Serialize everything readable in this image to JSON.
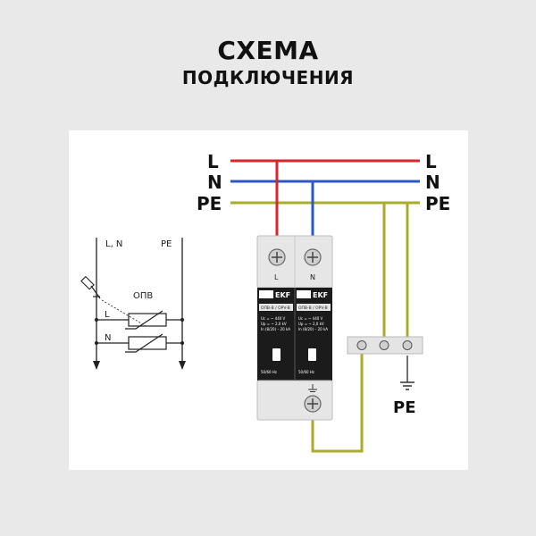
{
  "title": {
    "line1": "СХЕМА",
    "line2": "ПОДКЛЮЧЕНИЯ"
  },
  "wires": {
    "left": {
      "l": "L",
      "n": "N",
      "pe": "PE"
    },
    "right": {
      "l": "L",
      "n": "N",
      "pe": "PE"
    }
  },
  "colors": {
    "l": "#d9262c",
    "n": "#2b57c9",
    "pe": "#a8ad2c",
    "body": "#e8e8e8",
    "dark": "#1b1b1b"
  },
  "device": {
    "brand": "EKF",
    "term_l": "L",
    "term_n": "N",
    "model_left": "ОПВ-В / OPV-B",
    "model_right": "ОПВ-В / OPV-B",
    "spec_left": [
      "Uc = ~ 440 V",
      "Up = ~ 2,0 kV",
      "In (8/20) – 20 kA"
    ],
    "spec_right": [
      "Uc = ~ 440 V",
      "Up = ~ 2,0 kV",
      "In (8/20) – 20 kA"
    ],
    "freq_left": "50/60 Hz",
    "freq_right": "50/60 Hz"
  },
  "pe_bus": {
    "label": "PE"
  },
  "schematic": {
    "phase": "L, N",
    "pe": "PE",
    "device": "ОПВ",
    "l": "L",
    "n": "N"
  }
}
